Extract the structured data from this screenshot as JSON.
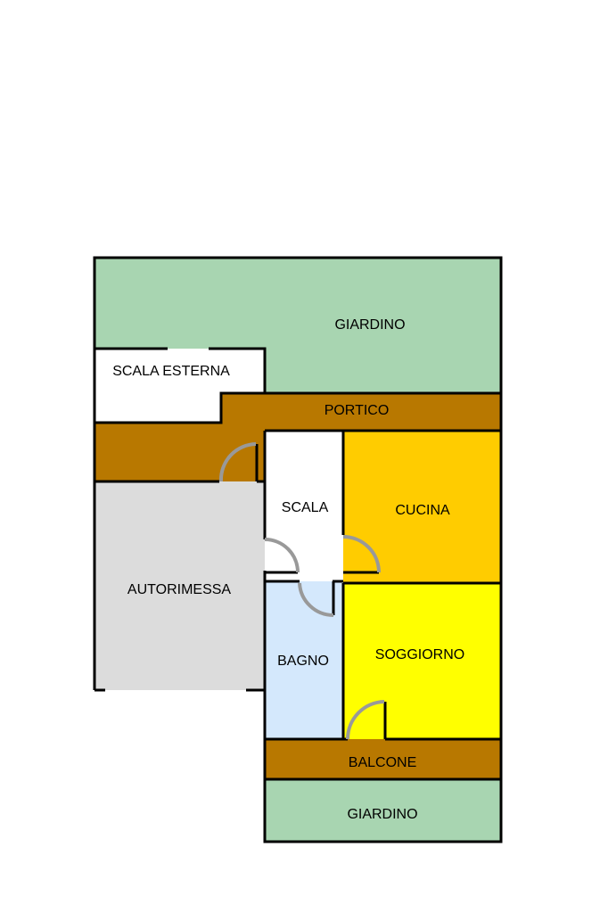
{
  "rooms": {
    "giardino_top": {
      "label": "GIARDINO",
      "color": "#a8d5b1"
    },
    "scala_esterna": {
      "label": "SCALA ESTERNA",
      "color": "#ffffff"
    },
    "portico": {
      "label": "PORTICO",
      "color": "#b87800"
    },
    "autorimessa": {
      "label": "AUTORIMESSA",
      "color": "#dcdcdc"
    },
    "scala": {
      "label": "SCALA",
      "color": "#ffffff"
    },
    "cucina": {
      "label": "CUCINA",
      "color": "#ffcc00"
    },
    "bagno": {
      "label": "BAGNO",
      "color": "#d4e8fc"
    },
    "soggiorno": {
      "label": "SOGGIORNO",
      "color": "#ffff00"
    },
    "balcone": {
      "label": "BALCONE",
      "color": "#b87800"
    },
    "giardino_bottom": {
      "label": "GIARDINO",
      "color": "#a8d5b1"
    }
  }
}
